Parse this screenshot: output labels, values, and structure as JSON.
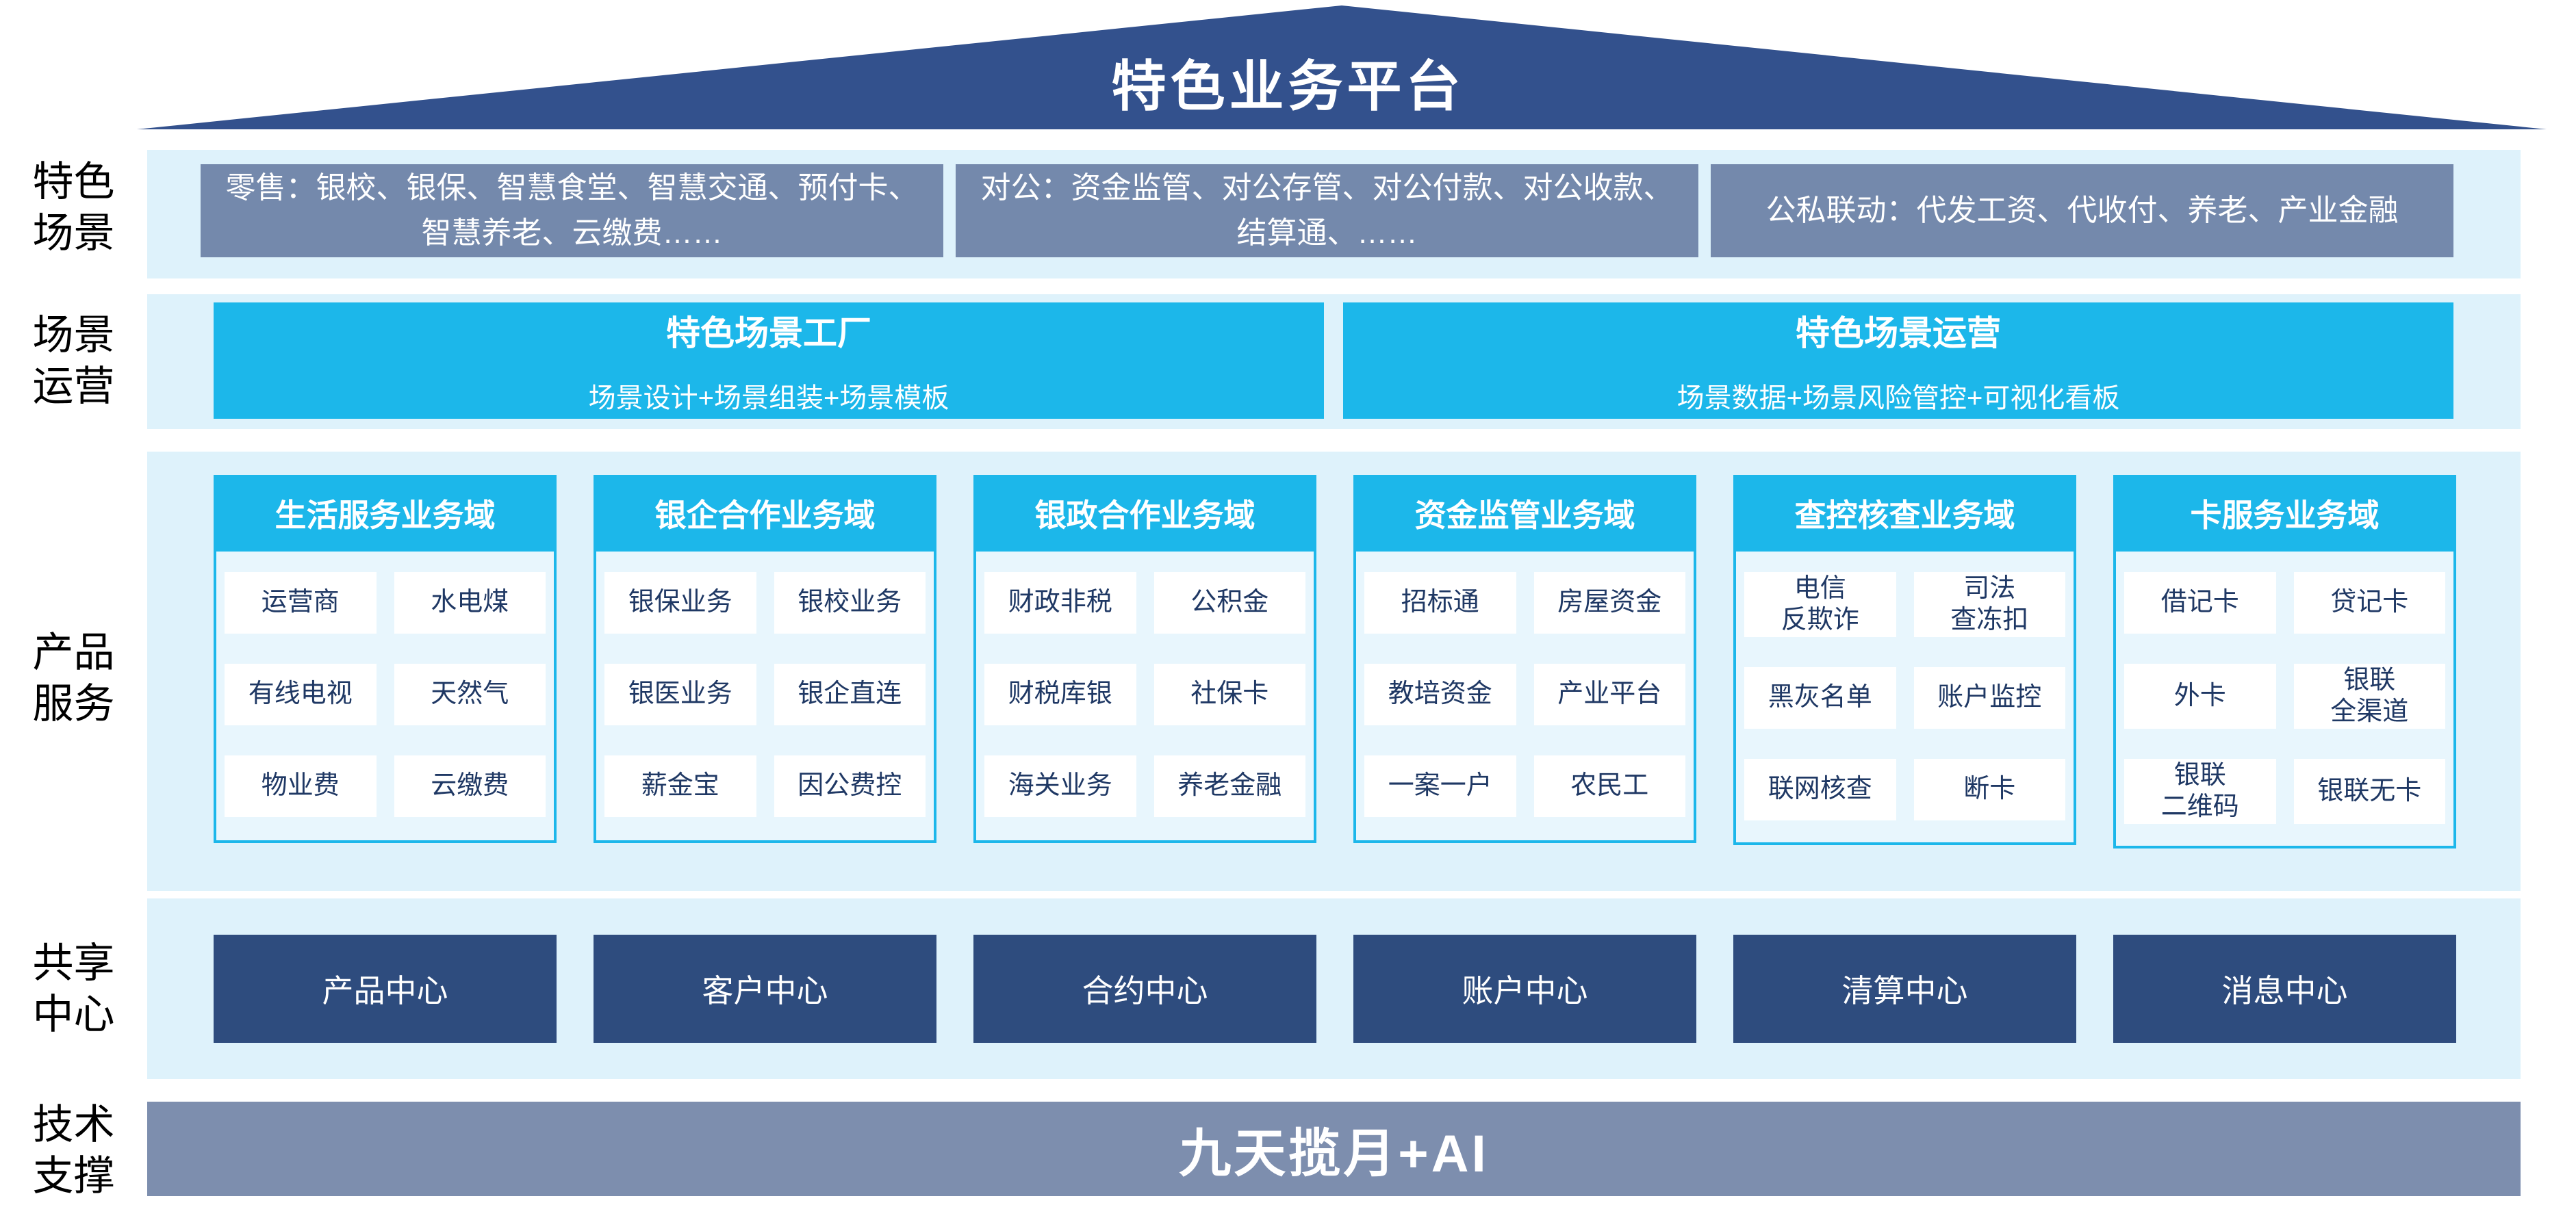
{
  "platform": {
    "title": "特色业务平台"
  },
  "colors": {
    "roof_navy": "#33518D",
    "band_light_blue": "#DEF2FB",
    "scene_box_grey_blue": "#7489AC",
    "accent_cyan": "#1CB7EA",
    "column_body_bg": "#E8F6FD",
    "item_text_navy": "#1F3864",
    "shared_box_navy": "#2E4C7E",
    "tech_bar_grey_blue": "#7D8EAE"
  },
  "rows": {
    "scenes": {
      "label_lines": [
        "特色",
        "场景"
      ],
      "boxes": [
        "零售：银校、银保、智慧食堂、智慧交通、预付卡、智慧养老、云缴费……",
        "对公：资金监管、对公存管、对公付款、对公收款、结算通、……",
        "公私联动：代发工资、代收付、养老、产业金融"
      ]
    },
    "operations": {
      "label_lines": [
        "场景",
        "运营"
      ],
      "boxes": [
        {
          "title": "特色场景工厂",
          "subtitle": "场景设计+场景组装+场景模板"
        },
        {
          "title": "特色场景运营",
          "subtitle": "场景数据+场景风险管控+可视化看板"
        }
      ]
    },
    "products": {
      "label_lines": [
        "产品",
        "服务"
      ],
      "columns": [
        {
          "header": "生活服务业务域",
          "items": [
            "运营商",
            "水电煤",
            "有线电视",
            "天然气",
            "物业费",
            "云缴费"
          ]
        },
        {
          "header": "银企合作业务域",
          "items": [
            "银保业务",
            "银校业务",
            "银医业务",
            "银企直连",
            "薪金宝",
            "因公费控"
          ]
        },
        {
          "header": "银政合作业务域",
          "items": [
            "财政非税",
            "公积金",
            "财税库银",
            "社保卡",
            "海关业务",
            "养老金融"
          ]
        },
        {
          "header": "资金监管业务域",
          "items": [
            "招标通",
            "房屋资金",
            "教培资金",
            "产业平台",
            "一案一户",
            "农民工"
          ]
        },
        {
          "header": "查控核查业务域",
          "items": [
            "电信\n反欺诈",
            "司法\n查冻扣",
            "黑灰名单",
            "账户监控",
            "联网核查",
            "断卡"
          ]
        },
        {
          "header": "卡服务业务域",
          "items": [
            "借记卡",
            "贷记卡",
            "外卡",
            "银联\n全渠道",
            "银联\n二维码",
            "银联无卡"
          ]
        }
      ]
    },
    "shared": {
      "label_lines": [
        "共享",
        "中心"
      ],
      "boxes": [
        "产品中心",
        "客户中心",
        "合约中心",
        "账户中心",
        "清算中心",
        "消息中心"
      ]
    },
    "tech": {
      "label_lines": [
        "技术",
        "支撑"
      ],
      "bar": "九天揽月+AI"
    }
  }
}
